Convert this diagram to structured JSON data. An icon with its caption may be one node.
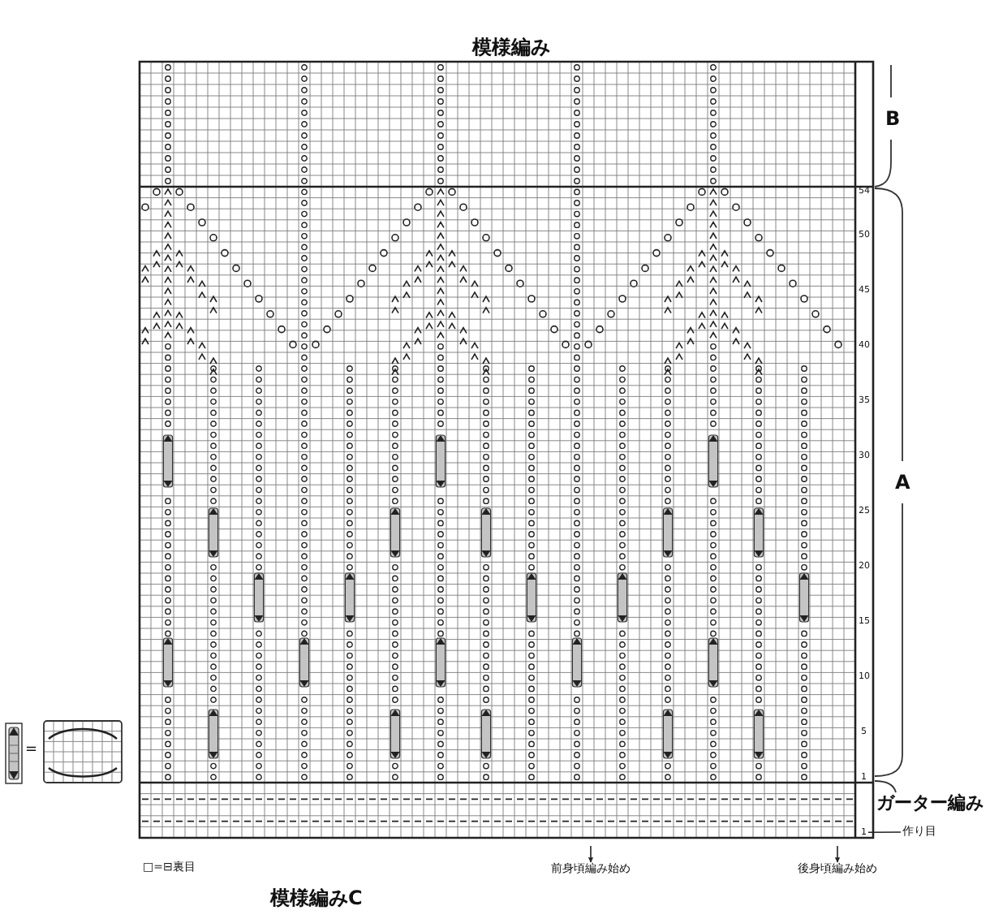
{
  "diagram": {
    "title": "模様編み",
    "caption": "模様編みC",
    "nodes": [
      {
        "text": [
          "作り目"
        ]
      },
      {
        "text": [
          "前身頃編み始め"
        ]
      },
      {
        "text": [
          "後身頃編み始め"
        ]
      },
      {
        "text": [
          "1"
        ]
      }
    ],
    "edges": [
      {
        "from": 0,
        "to": 3,
        "arrow": "none"
      },
      {
        "from": null,
        "to": 1,
        "arrow": "to"
      },
      {
        "from": null,
        "to": 2,
        "arrow": "to"
      }
    ],
    "labels": [
      "B",
      "A",
      "54",
      "50",
      "45",
      "40",
      "35",
      "30",
      "25",
      "20",
      "15",
      "10",
      "5",
      "1",
      "ガーター編み",
      "=",
      "□=⊟裏目"
    ]
  }
}
